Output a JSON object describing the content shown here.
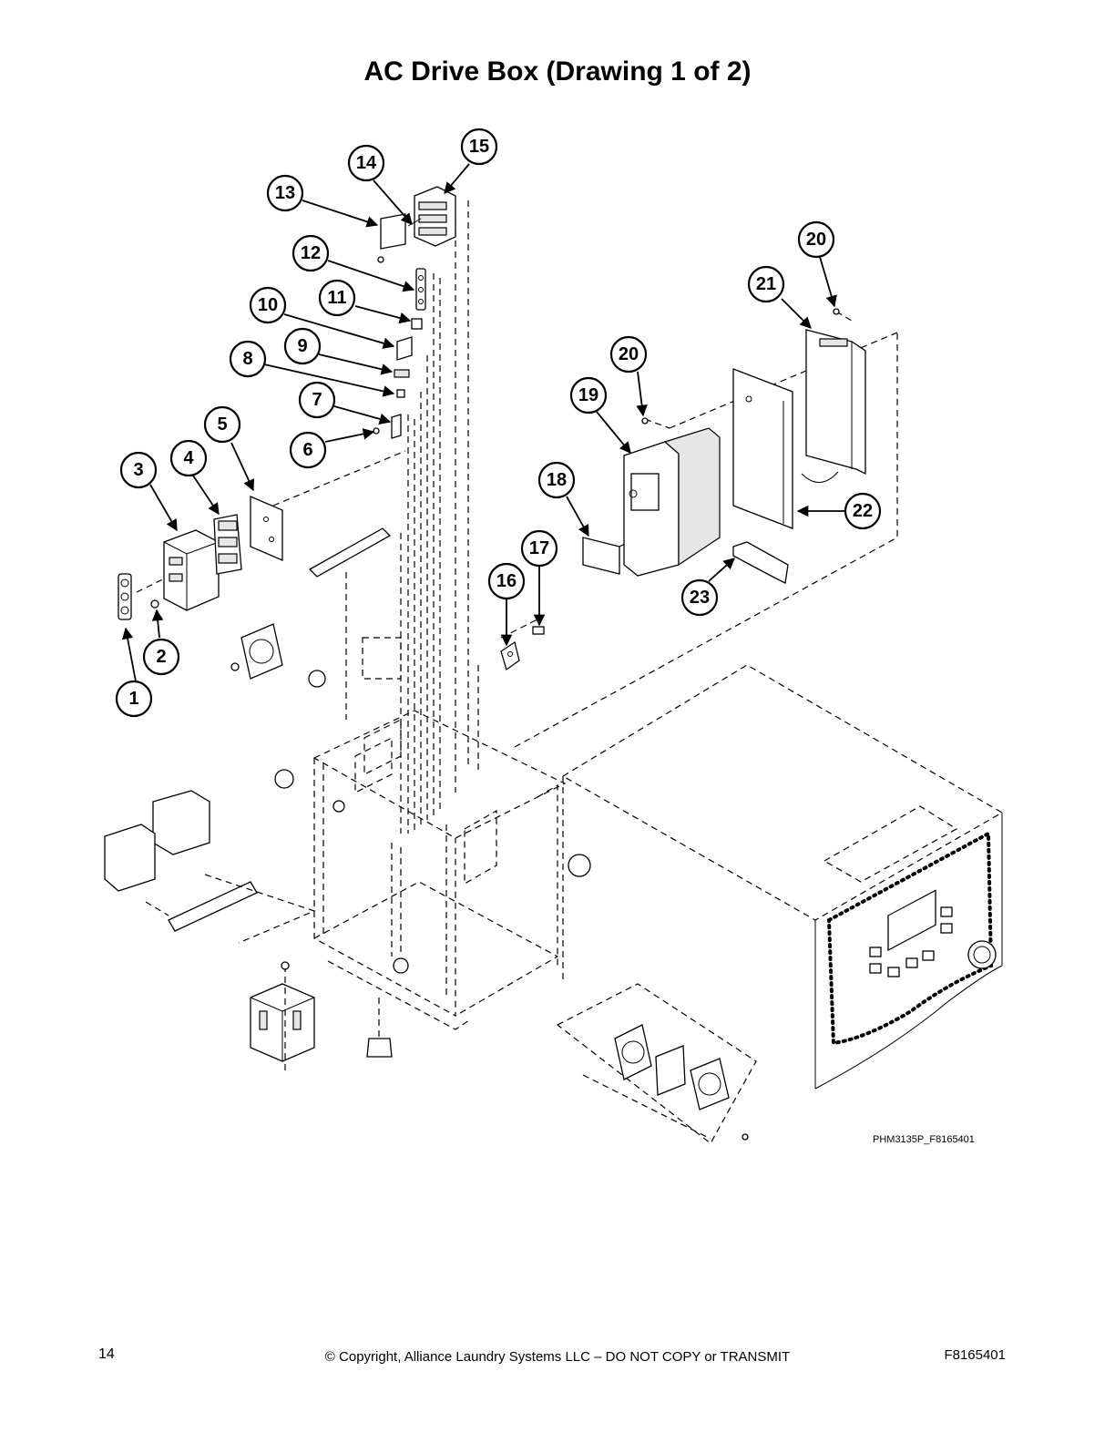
{
  "title": "AC Drive Box (Drawing 1 of 2)",
  "drawing_code": "PHM3135P_F8165401",
  "footer": {
    "page_number": "14",
    "copyright": "© Copyright, Alliance Laundry Systems LLC – DO NOT COPY or TRANSMIT",
    "document_id": "F8165401"
  },
  "callouts": [
    {
      "label": "1"
    },
    {
      "label": "2"
    },
    {
      "label": "3"
    },
    {
      "label": "4"
    },
    {
      "label": "5"
    },
    {
      "label": "6"
    },
    {
      "label": "7"
    },
    {
      "label": "8"
    },
    {
      "label": "9"
    },
    {
      "label": "10"
    },
    {
      "label": "11"
    },
    {
      "label": "12"
    },
    {
      "label": "13"
    },
    {
      "label": "14"
    },
    {
      "label": "15"
    },
    {
      "label": "16"
    },
    {
      "label": "17"
    },
    {
      "label": "18"
    },
    {
      "label": "19"
    },
    {
      "label": "20"
    },
    {
      "label": "20"
    },
    {
      "label": "21"
    },
    {
      "label": "22"
    },
    {
      "label": "23"
    }
  ]
}
